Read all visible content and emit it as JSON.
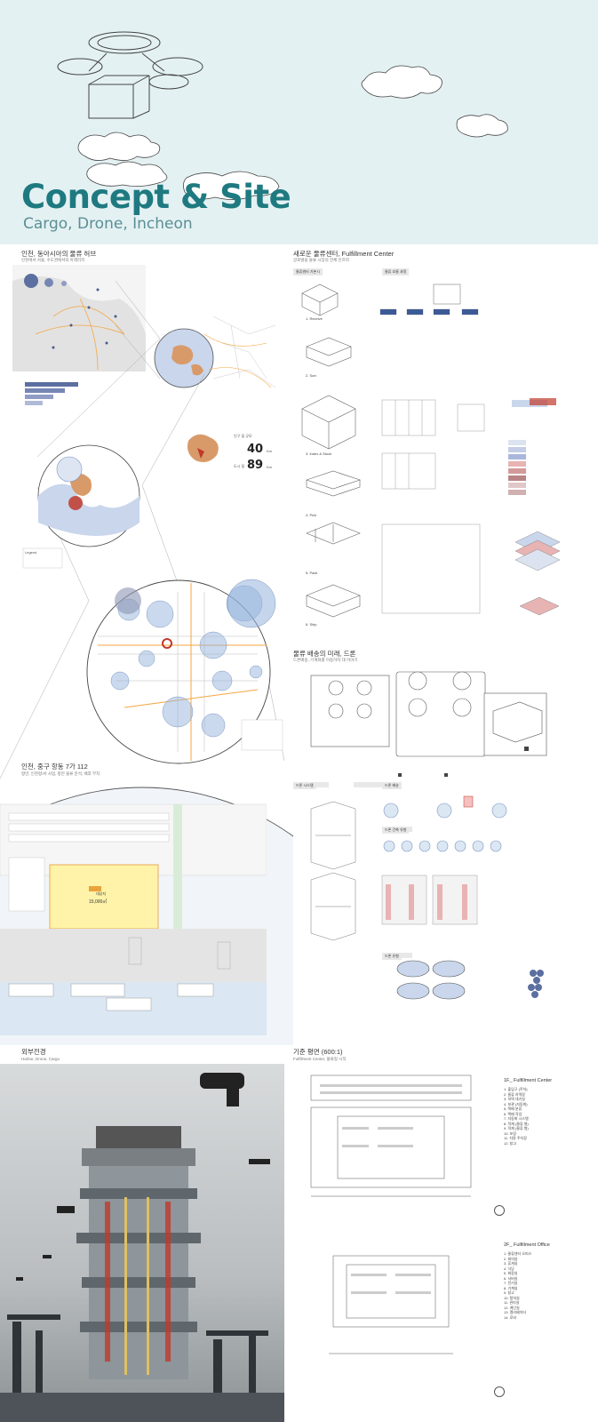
{
  "hero": {
    "title": "Concept & Site",
    "subtitle": "Cargo, Drone, Incheon"
  },
  "section_hub": {
    "title": "인천, 동아시아의 물류 허브",
    "subtitle": "인천에서 서울, 수도권에서의 아레러지"
  },
  "section_fc": {
    "title": "새로운 물류센터, Fulfillment Center",
    "subtitle": "글로벌을 물류 시장의 전체 인프라",
    "headers": [
      "물류센터 기본시",
      "물류 흐름 과정"
    ],
    "step_labels": [
      "1. Receive",
      "2. Sort",
      "3. Index & Stock",
      "4. Pick",
      "5. Pack",
      "6. Ship"
    ]
  },
  "stats": {
    "label1": "인구 및 규모",
    "value1": "40",
    "unit1": "Km",
    "label2": "도시 및",
    "value2": "89",
    "unit2": "Km"
  },
  "section_drone": {
    "title": "물류 배송의 미래, 드론",
    "subtitle": "드론배송, 기계화를 이용하자 대 이야기",
    "sub_headers": [
      "드론 시스템",
      "드론 배송",
      "드론 건축 유형",
      "드론 유형"
    ]
  },
  "section_site": {
    "title": "인천, 중구 항동 7가 112",
    "subtitle": "항만, 인천항/서 사업, 항만 물류 분석, 배후 부지",
    "area_label": "대상지",
    "area_value": "15,000㎡"
  },
  "section_exterior": {
    "title": "외부전경",
    "subtitle": "Harbor, Drone, Cargo"
  },
  "section_plan": {
    "title": "기준 평면 (600:1)",
    "subtitle": "Fulfillment Center, 물류형 시작",
    "floor1_title": "1F_ Fulfillment Center",
    "floor1_items": [
      "1. 출입구 (주차)",
      "2. 물류 하역장",
      "3. 하역 대기실",
      "4. 보관 (자동화)",
      "5. 택배 분류",
      "6. 택배 작업",
      "7. 자동화 시스템",
      "8. 적재 (물류 형)",
      "9. 적재 (물류 형)",
      "10. 포장",
      "11. 차량 주차장",
      "12. 창고"
    ],
    "floor2_title": "2F_ Fulfillment Office",
    "floor2_items": [
      "1. 물류센터 오피스",
      "2. 회의실",
      "3. 휴게실",
      "4. 식당",
      "5. 화장실",
      "6. 서버실",
      "7. 전기실",
      "8. 기계실",
      "9. 창고",
      "10. 탈의실",
      "11. 관리실",
      "12. 계단실",
      "13. 엘리베이터",
      "14. 로비"
    ]
  },
  "legend": {
    "title": "Legend"
  }
}
